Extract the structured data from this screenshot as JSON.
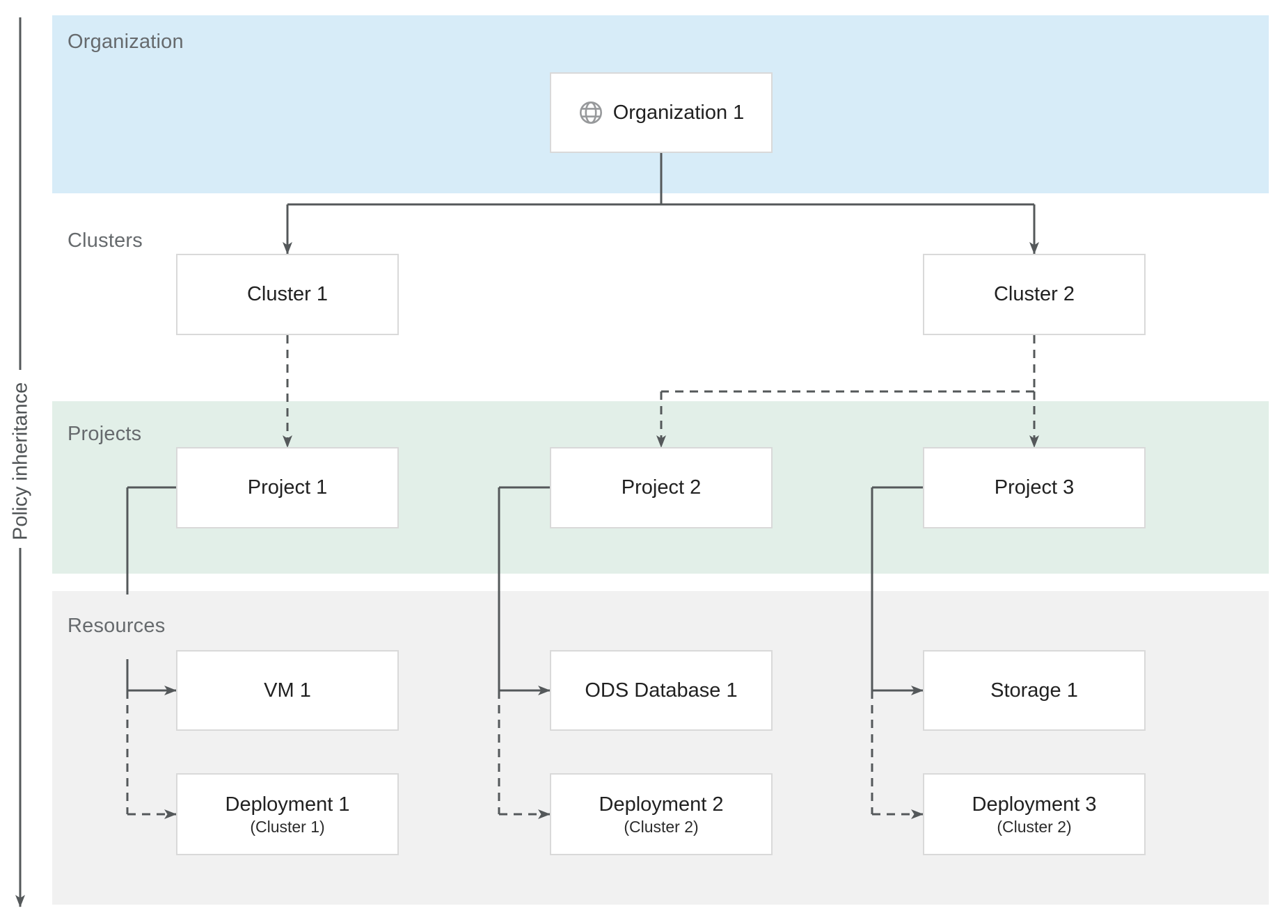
{
  "diagram": {
    "policy_axis_label": "Policy inheritance",
    "bands": [
      {
        "id": "organization",
        "label": "Organization",
        "color": "#d7ecf8"
      },
      {
        "id": "clusters",
        "label": "Clusters",
        "color": "#ffffff"
      },
      {
        "id": "projects",
        "label": "Projects",
        "color": "#e2efe8"
      },
      {
        "id": "resources",
        "label": "Resources",
        "color": "#f1f1f1"
      }
    ],
    "nodes": [
      {
        "id": "organization-1",
        "label": "Organization 1",
        "icon": "globe-icon",
        "band": "organization"
      },
      {
        "id": "cluster-1",
        "label": "Cluster 1",
        "band": "clusters"
      },
      {
        "id": "cluster-2",
        "label": "Cluster 2",
        "band": "clusters"
      },
      {
        "id": "project-1",
        "label": "Project 1",
        "band": "projects"
      },
      {
        "id": "project-2",
        "label": "Project 2",
        "band": "projects"
      },
      {
        "id": "project-3",
        "label": "Project 3",
        "band": "projects"
      },
      {
        "id": "vm-1",
        "label": "VM 1",
        "band": "resources"
      },
      {
        "id": "ods-database-1",
        "label": "ODS Database 1",
        "band": "resources"
      },
      {
        "id": "storage-1",
        "label": "Storage 1",
        "band": "resources"
      },
      {
        "id": "deployment-1",
        "label": "Deployment 1",
        "sublabel": "(Cluster 1)",
        "band": "resources"
      },
      {
        "id": "deployment-2",
        "label": "Deployment 2",
        "sublabel": "(Cluster 2)",
        "band": "resources"
      },
      {
        "id": "deployment-3",
        "label": "Deployment 3",
        "sublabel": "(Cluster 2)",
        "band": "resources"
      }
    ],
    "edges": [
      {
        "from": "Organization 1",
        "to": "Cluster 1",
        "style": "solid"
      },
      {
        "from": "Organization 1",
        "to": "Cluster 2",
        "style": "solid"
      },
      {
        "from": "Cluster 1",
        "to": "Project 1",
        "style": "dashed"
      },
      {
        "from": "Cluster 2",
        "to": "Project 2",
        "style": "dashed"
      },
      {
        "from": "Cluster 2",
        "to": "Project 3",
        "style": "dashed"
      },
      {
        "from": "Project 1",
        "to": "VM 1",
        "style": "solid"
      },
      {
        "from": "Project 1",
        "to": "Deployment 1",
        "style": "dashed"
      },
      {
        "from": "Project 2",
        "to": "ODS Database 1",
        "style": "solid"
      },
      {
        "from": "Project 2",
        "to": "Deployment 2",
        "style": "dashed"
      },
      {
        "from": "Project 3",
        "to": "Storage 1",
        "style": "solid"
      },
      {
        "from": "Project 3",
        "to": "Deployment 3",
        "style": "dashed"
      }
    ],
    "colors": {
      "organization_band": "#d7ecf8",
      "projects_band": "#e2efe8",
      "resources_band": "#f1f1f1",
      "connector": "#54585a",
      "node_border": "#d9d9d9",
      "node_text": "#212121",
      "band_label_text": "#666a6d"
    }
  }
}
